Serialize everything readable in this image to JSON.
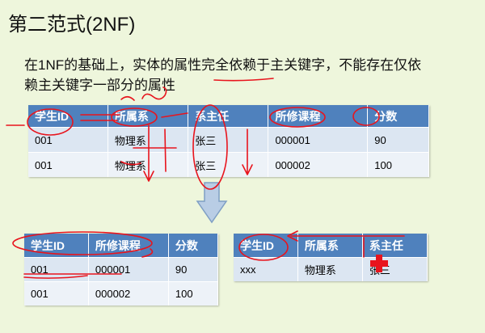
{
  "title": "第二范式(2NF)",
  "description_line1": "在1NF的基础上，实体的属性完全依赖于主关键字，不能存在仅依",
  "description_line2": "赖主关键字一部分的属性",
  "main_table": {
    "headers": [
      "学生ID",
      "所属系",
      "系主任",
      "所修课程",
      "分数"
    ],
    "rows": [
      [
        "001",
        "物理系",
        "张三",
        "000001",
        "90"
      ],
      [
        "001",
        "物理系",
        "张三",
        "000002",
        "100"
      ]
    ]
  },
  "left_table": {
    "headers": [
      "学生ID",
      "所修课程",
      "分数"
    ],
    "rows": [
      [
        "001",
        "000001",
        "90"
      ],
      [
        "001",
        "000002",
        "100"
      ]
    ]
  },
  "right_table": {
    "headers": [
      "学生ID",
      "所属系",
      "系主任"
    ],
    "rows": [
      [
        "xxx",
        "物理系",
        "张三"
      ]
    ]
  },
  "colors": {
    "header": "#4f81bd",
    "row_dark": "#dce6f2",
    "row_light": "#edf2f8",
    "ink": "#e8141d",
    "arrow": "#b9cde5"
  }
}
